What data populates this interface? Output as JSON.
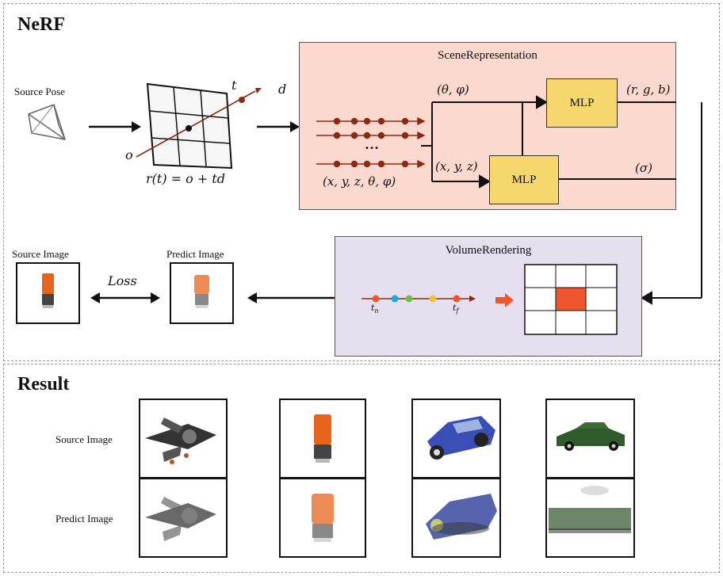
{
  "nerf": {
    "title": "NeRF",
    "source_pose": "Source Pose",
    "ray_labels": {
      "t": "t",
      "o": "o",
      "d": "d",
      "eq": "r(t) = o + td"
    },
    "scene": {
      "title": "SceneRepresentation",
      "view_dir": "(θ, φ)",
      "position": "(x, y, z)",
      "input": "(x, y, z, θ, φ)",
      "ellipsis": "…",
      "mlp_top": "MLP",
      "mlp_bottom": "MLP",
      "rgb": "(r, g, b)",
      "sigma": "(σ)"
    },
    "volume": {
      "title": "VolumeRendering",
      "tn": "t",
      "tn_sub": "n",
      "tf": "t",
      "tf_sub": "f"
    },
    "source_image": "Source Image",
    "predict_image": "Predict Image",
    "loss": "Loss"
  },
  "result": {
    "title": "Result",
    "row_labels": [
      "Source Image",
      "Predict Image"
    ],
    "columns": [
      {
        "subject": "spacecraft"
      },
      {
        "subject": "orange-cylinder"
      },
      {
        "subject": "blue-vintage-car"
      },
      {
        "subject": "green-car"
      }
    ]
  },
  "colors": {
    "scene_bg": "#fbd9cf",
    "volume_bg": "#e6e0ee",
    "mlp": "#f5d76e",
    "ray": "#8b2a14",
    "highlight_cell": "#f0562d"
  }
}
